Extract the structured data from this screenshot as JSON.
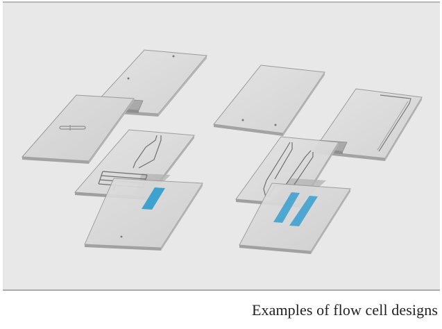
{
  "figure": {
    "caption": "Examples of flow cell designs",
    "background_color": "#e8e8e8",
    "designs": [
      {
        "name": "flow-cell-design-left",
        "layers": [
          "top-cover-with-ports",
          "inlet-plate-with-slot",
          "channel-layer-serpentine",
          "bottom-substrate-with-electrode"
        ],
        "electrode_count": 1
      },
      {
        "name": "flow-cell-design-right",
        "layers": [
          "top-cover-with-ports",
          "side-plate-with-long-slot",
          "channel-layer-dual",
          "bottom-substrate-with-electrodes"
        ],
        "electrode_count": 2
      }
    ],
    "colors": {
      "plate_fill": "#dcdcdc",
      "plate_edge": "#8f8f8f",
      "gasket": "#a8a8a8",
      "electrode": "#3ea2cf"
    }
  }
}
